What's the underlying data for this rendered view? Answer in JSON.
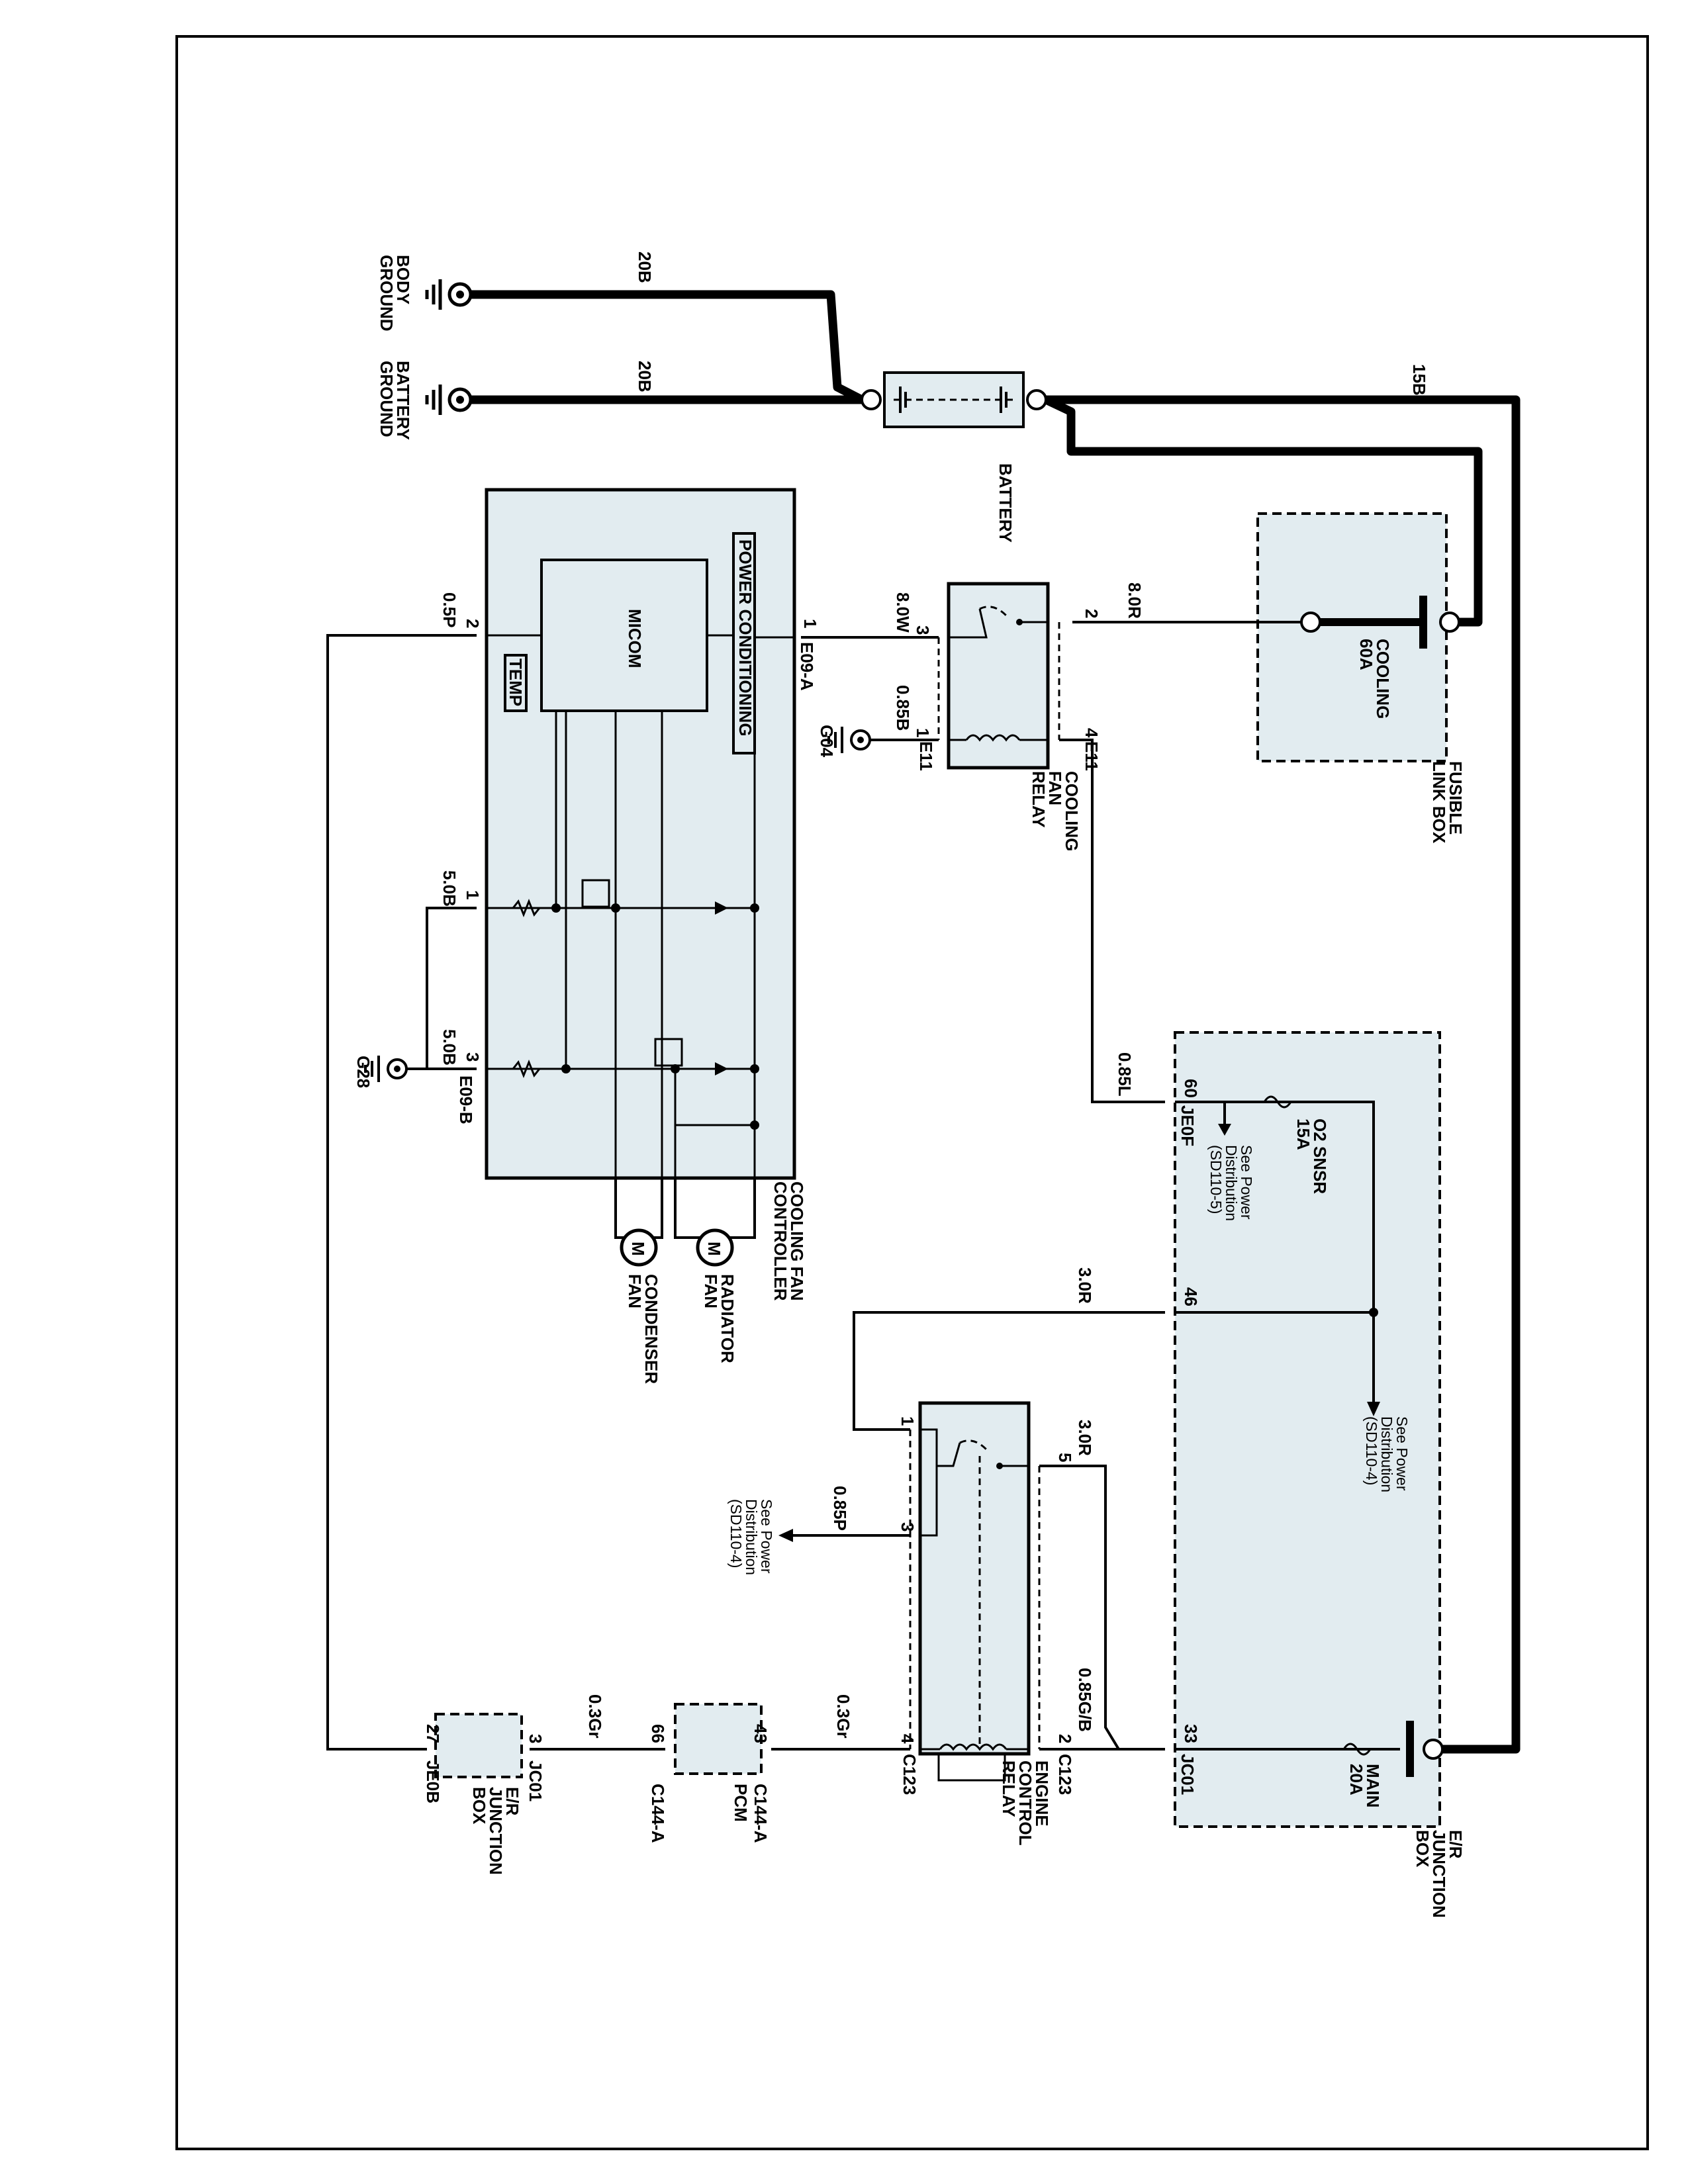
{
  "diagram": {
    "grounds": {
      "body_ground": [
        "BODY",
        "GROUND"
      ],
      "battery_ground": [
        "BATTERY",
        "GROUND"
      ],
      "g04": "G04",
      "g28": "G28"
    },
    "battery": "BATTERY",
    "fusible_link_box": {
      "title": [
        "FUSIBLE",
        "LINK BOX"
      ],
      "fuse": [
        "COOLING",
        "60A"
      ]
    },
    "cooling_fan_relay": {
      "title": [
        "COOLING",
        "FAN",
        "RELAY"
      ],
      "connector": "E11",
      "pins": [
        "3",
        "2",
        "1",
        "4"
      ]
    },
    "cooling_fan_controller": {
      "title": [
        "COOLING FAN",
        "CONTROLLER"
      ],
      "micom": "MICOM",
      "temp": "TEMP",
      "power_conditioning": "POWER CONDITIONING",
      "connector_a": "E09-A",
      "connector_b": "E09-B",
      "pins_a": [
        "1",
        "2"
      ],
      "pins_b": [
        "1",
        "3"
      ]
    },
    "motors": {
      "radiator": [
        "RADIATOR",
        "FAN"
      ],
      "condenser": [
        "CONDENSER",
        "FAN"
      ],
      "symbol": "M"
    },
    "er_junction_box": {
      "title": [
        "E/R",
        "JUNCTION",
        "BOX"
      ],
      "main_fuse": [
        "MAIN",
        "20A"
      ],
      "o2_fuse": [
        "O2 SNSR",
        "15A"
      ],
      "connector_jc01": "JC01",
      "connector_je0f": "JE0F",
      "pins": [
        "60",
        "46",
        "33"
      ]
    },
    "engine_control_relay": {
      "title": [
        "ENGINE",
        "CONTROL",
        "RELAY"
      ],
      "connector": "C123",
      "pins": [
        "1",
        "5",
        "3",
        "4",
        "2"
      ]
    },
    "pcm": {
      "title": "PCM",
      "connector_a": "C144-A",
      "pins": [
        "43",
        "66"
      ]
    },
    "er_junction_box_2": {
      "title": [
        "E/R",
        "JUNCTION",
        "BOX"
      ],
      "connector_jc01": "JC01",
      "connector_je0b": "JE0B",
      "pins": [
        "3",
        "27"
      ]
    },
    "references": {
      "sd110_5": [
        "See Power",
        "Distribution",
        "(SD110-5)"
      ],
      "sd110_4a": [
        "See Power",
        "Distribution",
        "(SD110-4)"
      ],
      "sd110_4b": [
        "See Power",
        "Distribution",
        "(SD110-4)"
      ]
    },
    "wires": {
      "w20b_body": "20B",
      "w20b_batt": "20B",
      "w15b": "15B",
      "w8_0r": "8.0R",
      "w8_0w": "8.0W",
      "w0_85b": "0.85B",
      "w0_5p": "0.5P",
      "w5_0b_1": "5.0B",
      "w5_0b_2": "5.0B",
      "w0_85l": "0.85L",
      "w3_0r_a": "3.0R",
      "w3_0r_b": "3.0R",
      "w0_85p": "0.85P",
      "w0_85gb": "0.85G/B",
      "w0_3gr_a": "0.3Gr",
      "w0_3gr_b": "0.3Gr"
    }
  }
}
